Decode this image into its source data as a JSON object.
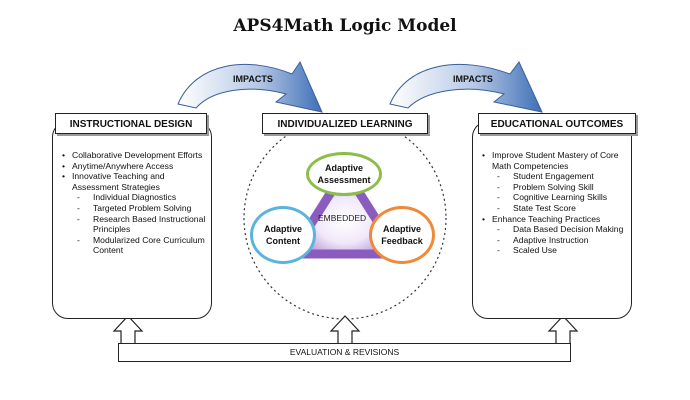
{
  "title": "APS4Math Logic Model",
  "impacts_labels": [
    "IMPACTS",
    "IMPACTS"
  ],
  "headers": {
    "instructional": "INSTRUCTIONAL DESIGN",
    "individualized": "INDIVIDUALIZED LEARNING",
    "outcomes": "EDUCATIONAL OUTCOMES"
  },
  "instructional_items": [
    {
      "level": 1,
      "text": "Collaborative Development Efforts"
    },
    {
      "level": 1,
      "text": "Anytime/Anywhere Access"
    },
    {
      "level": 1,
      "text": "Innovative Teaching and Assessment Strategies"
    },
    {
      "level": 2,
      "text": "Individual Diagnostics"
    },
    {
      "level": 2,
      "text": "Targeted Problem Solving"
    },
    {
      "level": 2,
      "text": "Research Based Instructional Principles"
    },
    {
      "level": 2,
      "text": "Modularized Core Curriculum Content"
    }
  ],
  "outcome_items": [
    {
      "level": 1,
      "text": "Improve Student Mastery of Core Math Competencies"
    },
    {
      "level": 2,
      "text": "Student Engagement"
    },
    {
      "level": 2,
      "text": "Problem Solving Skill"
    },
    {
      "level": 2,
      "text": "Cognitive Learning Skills"
    },
    {
      "level": 2,
      "text": "State Test Score"
    },
    {
      "level": 1,
      "text": "Enhance Teaching Practices"
    },
    {
      "level": 2,
      "text": "Data Based Decision Making"
    },
    {
      "level": 2,
      "text": "Adaptive Instruction"
    },
    {
      "level": 2,
      "text": "Scaled Use"
    }
  ],
  "center": {
    "assessment": "Adaptive Assessment",
    "content": "Adaptive Content",
    "feedback": "Adaptive Feedback",
    "embedded": "EMBEDDED"
  },
  "evaluation_label": "EVALUATION & REVISIONS",
  "colors": {
    "arrow_blue": "#4f7fc4",
    "assessment_ring": "#8cbc4a",
    "content_ring": "#5ab4dc",
    "feedback_ring": "#ee8a3a",
    "triangle_purple": "#9b6fc9"
  }
}
